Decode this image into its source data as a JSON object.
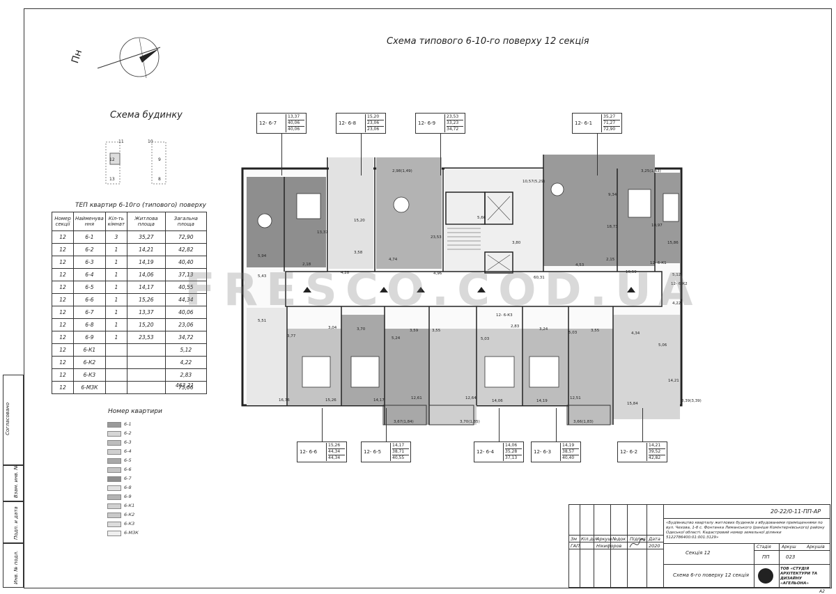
{
  "page_title": "Схема типового 6-10-го поверху 12 секція",
  "north_label": "Пн",
  "building_scheme": {
    "title": "Схема будинку",
    "sections": [
      "11",
      "10",
      "12",
      "9",
      "13",
      "8"
    ]
  },
  "tep": {
    "title": "ТЕП квартир 6-10го (типового) поверху",
    "headers": [
      "Номер секції",
      "Найменува ння",
      "Кіл-ть кімнат",
      "Житлова площа",
      "Загальна площа"
    ],
    "rows": [
      [
        "12",
        "6-1",
        "3",
        "35,27",
        "72,90"
      ],
      [
        "12",
        "6-2",
        "1",
        "14,21",
        "42,82"
      ],
      [
        "12",
        "6-3",
        "1",
        "14,19",
        "40,40"
      ],
      [
        "12",
        "6-4",
        "1",
        "14,06",
        "37,13"
      ],
      [
        "12",
        "6-5",
        "1",
        "14,17",
        "40,55"
      ],
      [
        "12",
        "6-6",
        "1",
        "15,26",
        "44,34"
      ],
      [
        "12",
        "6-7",
        "1",
        "13,37",
        "40,06"
      ],
      [
        "12",
        "6-8",
        "1",
        "15,20",
        "23,06"
      ],
      [
        "12",
        "6-9",
        "1",
        "23,53",
        "34,72"
      ],
      [
        "12",
        "6-К1",
        "",
        "",
        "5,12"
      ],
      [
        "12",
        "6-К2",
        "",
        "",
        "4,22"
      ],
      [
        "12",
        "6-К3",
        "",
        "",
        "2,83"
      ],
      [
        "12",
        "6-МЗК",
        "",
        "",
        "75,06"
      ]
    ],
    "total": "463,21"
  },
  "legend": {
    "title": "Номер квартири",
    "items": [
      {
        "label": "6-1",
        "color": "#9a9a9a"
      },
      {
        "label": "6-2",
        "color": "#d6d6d6"
      },
      {
        "label": "6-3",
        "color": "#bdbdbd"
      },
      {
        "label": "6-4",
        "color": "#cfcfcf"
      },
      {
        "label": "6-5",
        "color": "#a8a8a8"
      },
      {
        "label": "6-6",
        "color": "#c4c4c4"
      },
      {
        "label": "6-7",
        "color": "#8e8e8e"
      },
      {
        "label": "6-8",
        "color": "#e2e2e2"
      },
      {
        "label": "6-9",
        "color": "#b3b3b3"
      },
      {
        "label": "6-К1",
        "color": "#d0d0d0"
      },
      {
        "label": "6-К2",
        "color": "#c9c9c9"
      },
      {
        "label": "6-К3",
        "color": "#dcdcdc"
      },
      {
        "label": "6-МЗК",
        "color": "#efefef"
      }
    ]
  },
  "callouts_top": [
    {
      "label": "12- 6-7",
      "v1": "13,37",
      "v2": "40,06",
      "v3": "40,06"
    },
    {
      "label": "12- 6-8",
      "v1": "15,20",
      "v2": "23,06",
      "v3": "23,06"
    },
    {
      "label": "12- 6-9",
      "v1": "23,53",
      "v2": "33,23",
      "v3": "34,72"
    },
    {
      "label": "12- 6-1",
      "v1": "35,27",
      "v2": "71,27",
      "v3": "72,90"
    }
  ],
  "callouts_bottom": [
    {
      "label": "12- 6-6",
      "v1": "15,26",
      "v2": "44,34",
      "v3": "44,34"
    },
    {
      "label": "12- 6-5",
      "v1": "14,17",
      "v2": "38,71",
      "v3": "40,55"
    },
    {
      "label": "12- 6-4",
      "v1": "14,06",
      "v2": "35,28",
      "v3": "37,13"
    },
    {
      "label": "12- 6-3",
      "v1": "14,19",
      "v2": "38,57",
      "v3": "40,40"
    },
    {
      "label": "12- 6-2",
      "v1": "14,21",
      "v2": "39,52",
      "v3": "42,82"
    }
  ],
  "plan_labels": [
    "2,98(1,49)",
    "10,57(5,29)",
    "3,25(1,63)",
    "5,66",
    "3,80",
    "13,37",
    "15,20",
    "23,53",
    "9,34",
    "18,73",
    "10,97",
    "15,86",
    "5,94",
    "2,18",
    "4,28",
    "3,58",
    "4,74",
    "4,96",
    "60,31",
    "4,53",
    "2,15",
    "10,59",
    "12- 6-К1",
    "5,12",
    "12- 6-К2",
    "4,22",
    "5,43",
    "5,51",
    "3,04",
    "3,70",
    "5,24",
    "3,59",
    "3,55",
    "12- 6-К3",
    "2,83",
    "5,03",
    "3,24",
    "5,03",
    "3,55",
    "4,34",
    "5,06",
    "3,77",
    "16,76",
    "15,26",
    "14,17",
    "12,61",
    "12,64",
    "14,06",
    "14,19",
    "12,51",
    "15,84",
    "14,21",
    "3,39(3,39)",
    "3,67(1,84)",
    "3,70(1,85)",
    "3,66(1,83)"
  ],
  "watermark": "FRESCO.COD.UA",
  "side_stamp": [
    "Согласовано",
    "Взам. инв. №",
    "Подп. и дата",
    "Инв. № подл."
  ],
  "stamp": {
    "code": "20-22/0-11-ПП-АР",
    "project": "«Будівництво кварталу житлових будинків з вбудованими приміщеннями по вул. Чехова, 1-б с. Фонтанка Лиманського (раніше Комінтернівського) району Одеської області. Кадастровий номер земельної ділянки 5122786400:01:001:3129»",
    "headers": [
      "Зм",
      "Кіл.діл",
      "Аркуш",
      "№док",
      "Підпис",
      "Дата"
    ],
    "gap_role": "ГАП",
    "gap_name": "Нікифоров",
    "date": "2020",
    "section": "Секція 12",
    "stage_headers": [
      "Стадія",
      "Аркуш",
      "Аркушів"
    ],
    "stage": "ПП",
    "sheet": "023",
    "sheet_title": "Схема 6-го поверху 12 секція",
    "company": "ТОВ «СТУДІЯ АРХІТЕКТУРИ ТА ДИЗАЙНУ «АГЕЛЬОНА»",
    "format": "А2"
  }
}
